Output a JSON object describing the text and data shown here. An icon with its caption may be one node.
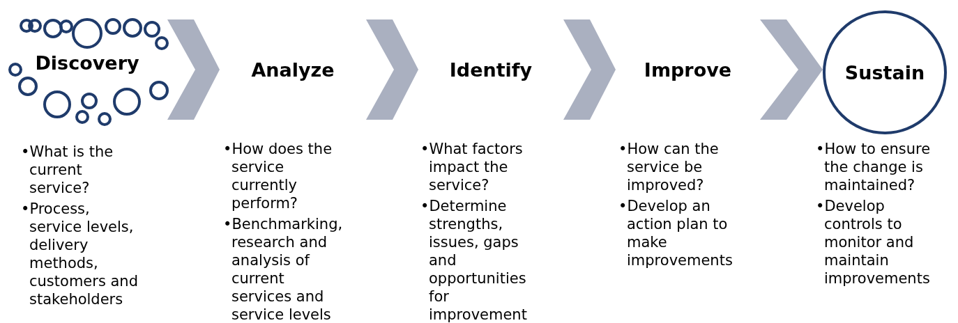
{
  "diagram": {
    "nodes": [
      {
        "text": [
          "Discovery"
        ],
        "beside": [
          "•What is the current service?",
          "•Process, service levels, delivery methods, customers and stakeholders"
        ]
      },
      {
        "text": [
          "Analyze"
        ],
        "beside": [
          "•How does the service currently perform?",
          "•Benchmarking, research and analysis of current services and service levels"
        ]
      },
      {
        "text": [
          "Identify"
        ],
        "beside": [
          "•What factors impact the service?",
          "•Determine strengths, issues, gaps and opportunities for improvement"
        ]
      },
      {
        "text": [
          "Improve"
        ],
        "beside": [
          "•How can the service be improved?",
          "•Develop an action plan to make improvements"
        ]
      },
      {
        "text": [
          "Sustain"
        ],
        "beside": [
          "•How to ensure the change is maintained?",
          "•Develop controls to monitor and maintain improvements"
        ]
      }
    ],
    "edges": [
      {
        "from": 0,
        "to": 1,
        "arrow": "to"
      },
      {
        "from": 1,
        "to": 2,
        "arrow": "to"
      },
      {
        "from": 2,
        "to": 3,
        "arrow": "to"
      },
      {
        "from": 3,
        "to": 4,
        "arrow": "to"
      }
    ]
  }
}
